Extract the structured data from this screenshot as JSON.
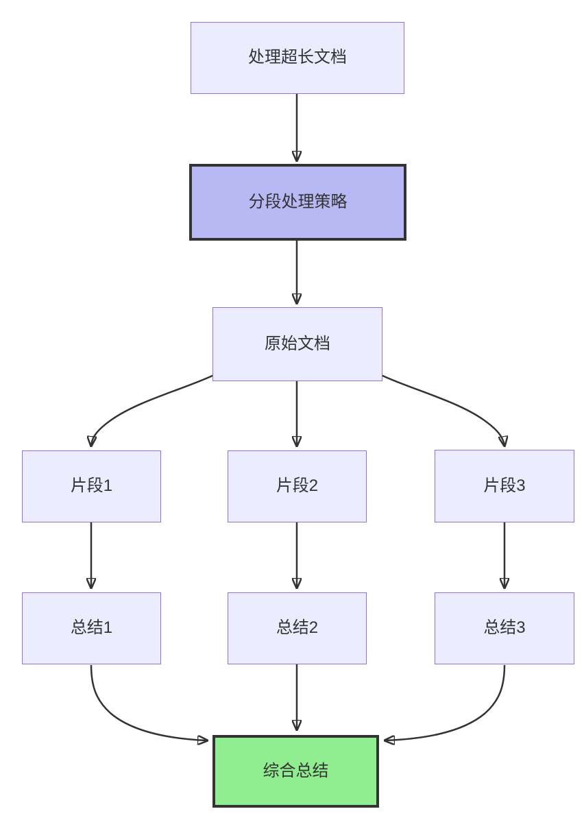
{
  "diagram": {
    "type": "flowchart",
    "direction": "top-down",
    "colors": {
      "background": "#FFFFFF",
      "node_fill": "#ECECFF",
      "node_border": "#9370DB",
      "highlight_fill": "#B7B8F4",
      "highlight_border": "#333333",
      "result_fill": "#90EE90",
      "result_border": "#333333",
      "edge_color": "#333333",
      "text_color": "#333333"
    },
    "nodes": [
      {
        "id": "title",
        "label": "处理超长文档",
        "style": "default"
      },
      {
        "id": "strategy",
        "label": "分段处理策略",
        "style": "highlight"
      },
      {
        "id": "source",
        "label": "原始文档",
        "style": "default"
      },
      {
        "id": "chunk1",
        "label": "片段1",
        "style": "default"
      },
      {
        "id": "chunk2",
        "label": "片段2",
        "style": "default"
      },
      {
        "id": "chunk3",
        "label": "片段3",
        "style": "default"
      },
      {
        "id": "summary1",
        "label": "总结1",
        "style": "default"
      },
      {
        "id": "summary2",
        "label": "总结2",
        "style": "default"
      },
      {
        "id": "summary3",
        "label": "总结3",
        "style": "default"
      },
      {
        "id": "final",
        "label": "综合总结",
        "style": "result"
      }
    ],
    "edges": [
      {
        "from": "title",
        "to": "strategy"
      },
      {
        "from": "strategy",
        "to": "source"
      },
      {
        "from": "source",
        "to": "chunk1"
      },
      {
        "from": "source",
        "to": "chunk2"
      },
      {
        "from": "source",
        "to": "chunk3"
      },
      {
        "from": "chunk1",
        "to": "summary1"
      },
      {
        "from": "chunk2",
        "to": "summary2"
      },
      {
        "from": "chunk3",
        "to": "summary3"
      },
      {
        "from": "summary1",
        "to": "final"
      },
      {
        "from": "summary2",
        "to": "final"
      },
      {
        "from": "summary3",
        "to": "final"
      }
    ]
  }
}
